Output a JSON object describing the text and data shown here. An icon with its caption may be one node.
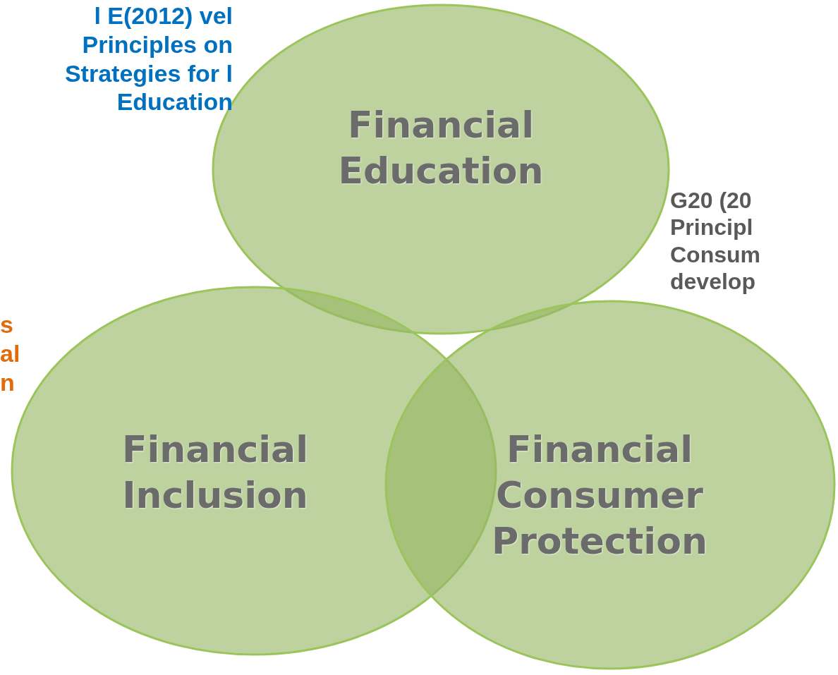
{
  "diagram": {
    "nodes": [
      {
        "text": [
          "Financial Education"
        ]
      },
      {
        "text": [
          "Financial Inclusion"
        ]
      },
      {
        "text": [
          "Financial Consumer Protection"
        ]
      }
    ],
    "labels": [
      "l E(2012) vel Principles on Strategies for l Education",
      "G20 (20 Principl Consum develop",
      "s al n"
    ]
  }
}
